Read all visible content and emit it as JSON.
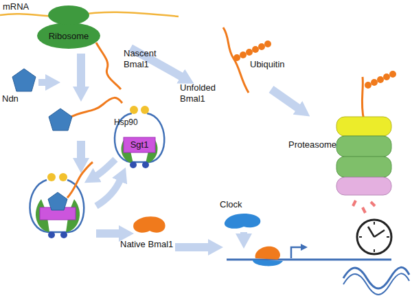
{
  "diagram": {
    "nodes": [
      {
        "text": [
          "Ribosome"
        ]
      },
      {
        "text": [
          "Hsp90"
        ]
      },
      {
        "text": [
          "Sgt1"
        ],
        "in": 1
      }
    ],
    "labels": [
      "mRNA",
      "Nascent Bmal1",
      "Ndn",
      "Unfolded Bmal1",
      "Ubiquitin",
      "Proteasome",
      "Clock",
      "Native Bmal1"
    ]
  }
}
